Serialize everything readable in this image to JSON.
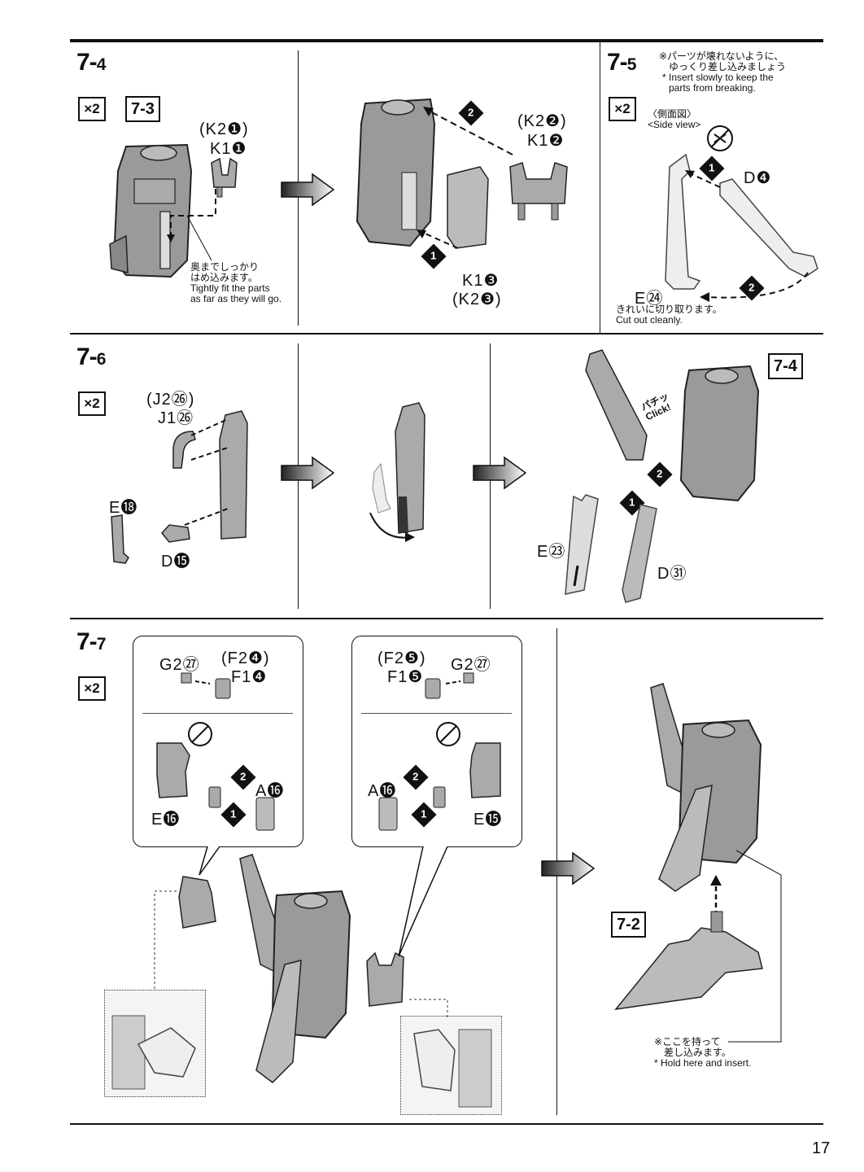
{
  "page_number": "17",
  "steps": {
    "s74": {
      "label": "7-",
      "num": "4",
      "multiplier": "×2",
      "ref": "7-3",
      "part_a_paren": "(K2❶)",
      "part_a": "K1❶",
      "part_b_paren": "(K2❷)",
      "part_b": "K1❷",
      "part_c": "K1❸",
      "part_c_paren": "(K2❸)",
      "note_jp_1": "奥までしっかり",
      "note_jp_2": "はめ込みます。",
      "note_en_1": "Tightly fit the parts",
      "note_en_2": "as far as they will go.",
      "marker_1": "1",
      "marker_2": "2"
    },
    "s75": {
      "label": "7-",
      "num": "5",
      "multiplier": "×2",
      "warn_jp_1": "※パーツが壊れないように、",
      "warn_jp_2": "ゆっくり差し込みましょう",
      "warn_en_1": "* Insert slowly to keep the",
      "warn_en_2": "parts from breaking.",
      "side_jp": "〈側面図〉",
      "side_en": "<Side view>",
      "part_d": "D❹",
      "part_e": "E㉔",
      "cut_jp": "きれいに切り取ります。",
      "cut_en": "Cut out cleanly.",
      "marker_1": "1",
      "marker_2": "2"
    },
    "s76": {
      "label": "7-",
      "num": "6",
      "multiplier": "×2",
      "ref": "7-4",
      "part_j_paren": "(J2㉖)",
      "part_j": "J1㉖",
      "part_e18": "E⓲",
      "part_d15": "D⓯",
      "part_e23": "E㉓",
      "part_d31": "D㉛",
      "click_jp": "パチッ",
      "click_en": "Click!",
      "marker_1": "1",
      "marker_2": "2"
    },
    "s77": {
      "label": "7-",
      "num": "7",
      "multiplier": "×2",
      "ref": "7-2",
      "left_g": "G2㉗",
      "left_f_paren": "(F2❹)",
      "left_f": "F1❹",
      "left_a": "A⓰",
      "left_e": "E⓰",
      "right_f_paren": "(F2❺)",
      "right_f": "F1❺",
      "right_g": "G2㉗",
      "right_a": "A⓰",
      "right_e": "E⓯",
      "hold_jp_1": "※ここを持って",
      "hold_jp_2": "差し込みます。",
      "hold_en": "* Hold here and insert.",
      "marker_1": "1",
      "marker_2": "2"
    }
  }
}
